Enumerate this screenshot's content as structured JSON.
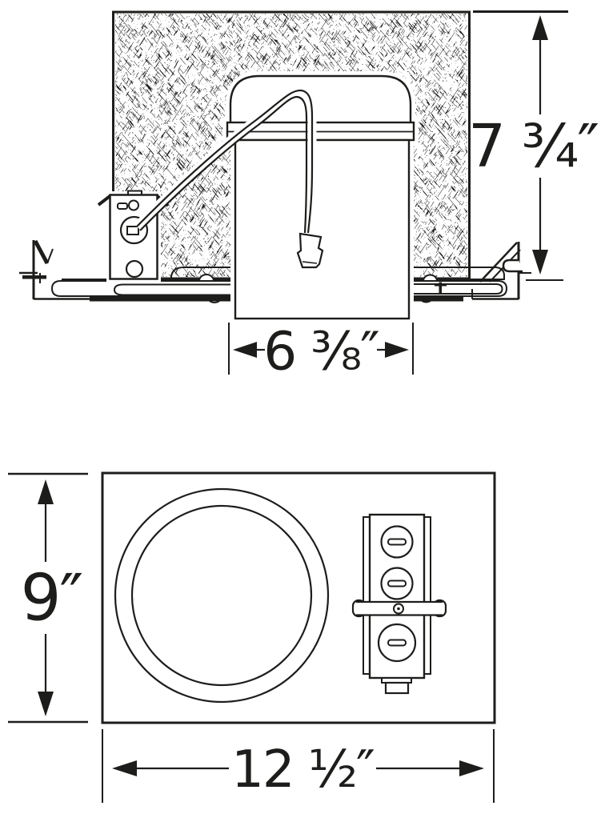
{
  "page": {
    "background": "#ffffff",
    "ink": "#1d1d1b"
  },
  "side_view": {
    "dim_height": {
      "label": "7 ¾″",
      "value_inches": 7.75,
      "orientation": "vertical"
    },
    "dim_width": {
      "label": "6 ⅜″",
      "value_inches": 6.375,
      "orientation": "horizontal"
    }
  },
  "plan_view": {
    "dim_depth": {
      "label": "9″",
      "value_inches": 9,
      "orientation": "vertical"
    },
    "dim_width": {
      "label": "12 ½″",
      "value_inches": 12.5,
      "orientation": "horizontal"
    }
  }
}
